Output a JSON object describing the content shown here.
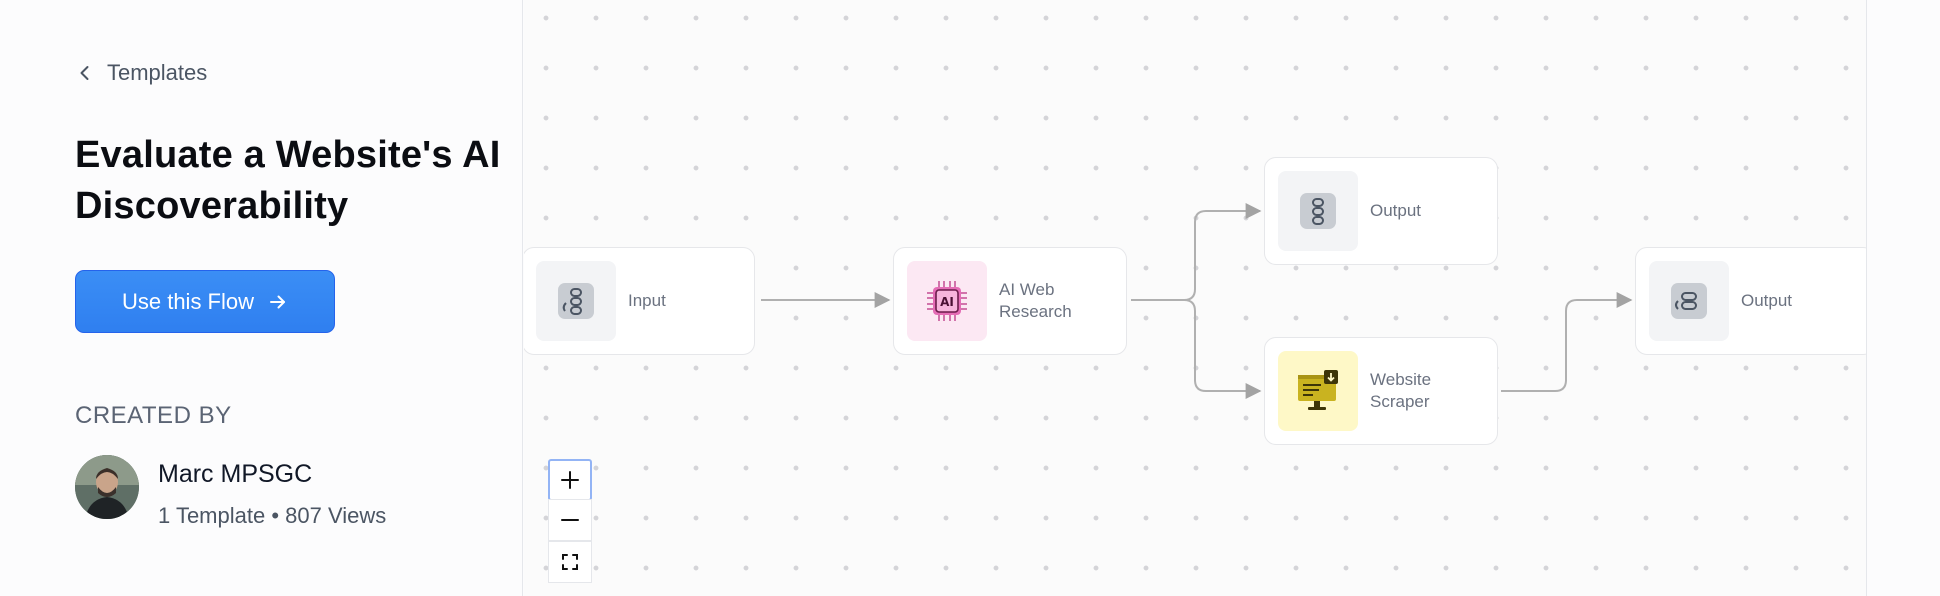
{
  "sidebar": {
    "back_label": "Templates",
    "title": "Evaluate a Website's AI Discoverability",
    "cta_label": "Use this Flow",
    "created_by_label": "CREATED BY",
    "author": {
      "name": "Marc MPSGC",
      "stats": "1 Template • 807 Views"
    }
  },
  "flow": {
    "nodes": [
      {
        "id": "input",
        "label": "Input",
        "icon": "link-chain-icon"
      },
      {
        "id": "ai-web-research",
        "label": "AI Web Research",
        "icon": "ai-chip-icon"
      },
      {
        "id": "output-1",
        "label": "Output",
        "icon": "link-chain-icon"
      },
      {
        "id": "website-scraper",
        "label": "Website Scraper",
        "icon": "monitor-download-icon"
      },
      {
        "id": "output-2",
        "label": "Output",
        "icon": "link-chain-icon"
      }
    ],
    "edges": [
      [
        "input",
        "ai-web-research"
      ],
      [
        "ai-web-research",
        "output-1"
      ],
      [
        "ai-web-research",
        "website-scraper"
      ],
      [
        "website-scraper",
        "output-2"
      ]
    ]
  },
  "controls": {
    "zoom_in": "zoom-in",
    "zoom_out": "zoom-out",
    "fit_view": "fit-view"
  },
  "colors": {
    "accent": "#2f7ff0",
    "ai_node_bg": "#fce8f3",
    "scraper_node_bg": "#fef8c7"
  }
}
